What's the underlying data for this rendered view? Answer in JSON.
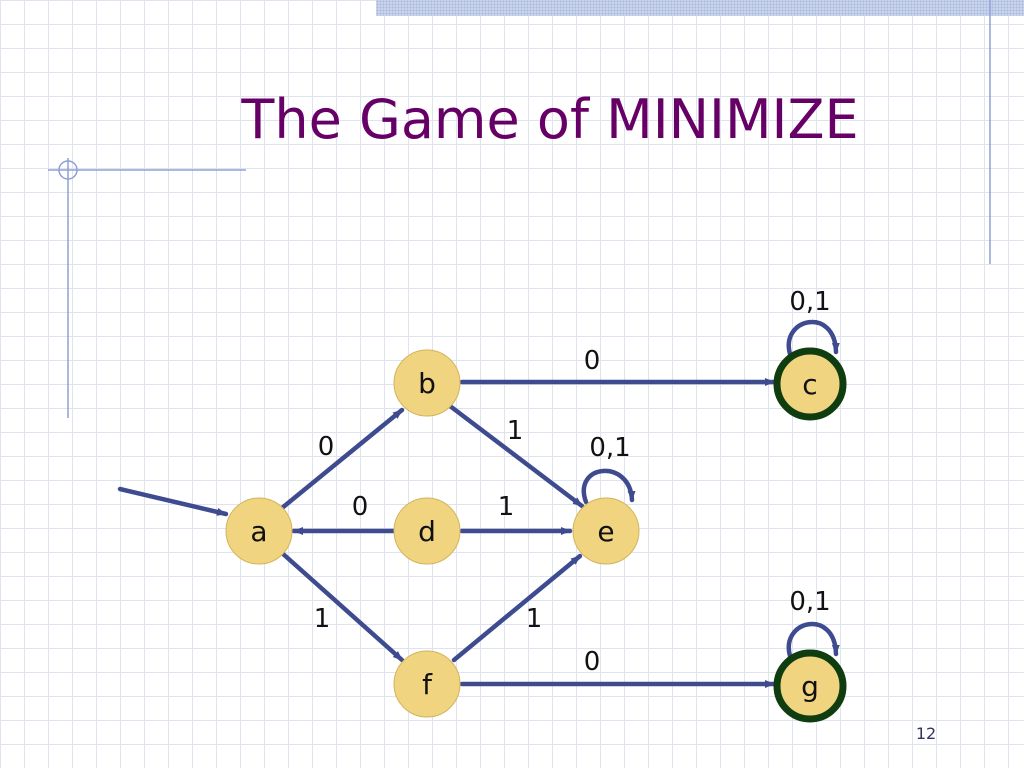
{
  "slide": {
    "title": "The Game of MINIMIZE",
    "page_number": "12"
  },
  "colors": {
    "title": "#660066",
    "edge": "#3f4b8f",
    "state_fill": "#f0d480",
    "accepting_ring": "#0f3d0f",
    "grid": "#dfe3f0",
    "decor_lines": "#8fa0d6"
  },
  "automaton": {
    "start_state": "a",
    "accepting_states": [
      "c",
      "g"
    ],
    "states": {
      "a": "a",
      "b": "b",
      "c": "c",
      "d": "d",
      "e": "e",
      "f": "f",
      "g": "g"
    },
    "transitions": {
      "a_b": "0",
      "a_f": "1",
      "b_c": "0",
      "b_e": "1",
      "d_a": "0",
      "d_e": "1",
      "f_e": "1",
      "f_g": "0",
      "c_c": "0,1",
      "e_e": "0,1",
      "g_g": "0,1"
    }
  }
}
